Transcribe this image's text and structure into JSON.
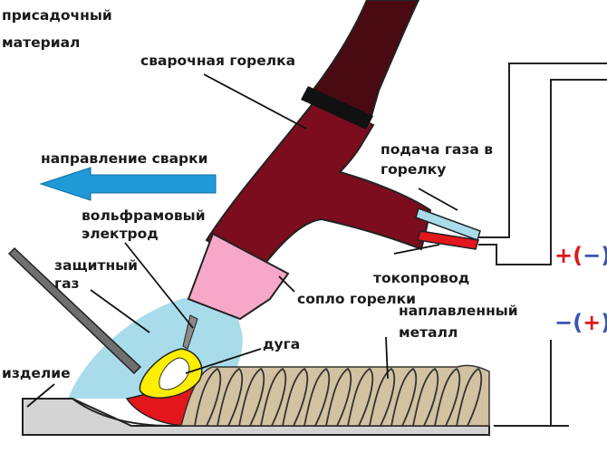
{
  "labels": {
    "filler_1": "присадочный",
    "filler_2": "материал",
    "torch": "сварочная горелка",
    "direction": "направление сварки",
    "gas_feed_1": "подача газа в",
    "gas_feed_2": "горелку",
    "electrode_1": "вольфрамовый",
    "electrode_2": "электрод",
    "shield_1": "защитный",
    "shield_2": "газ",
    "current_lead": "токопровод",
    "nozzle": "сопло горелки",
    "deposit_1": "наплавленный",
    "deposit_2": "металл",
    "arc": "дуга",
    "workpiece": "изделие"
  },
  "polarity": {
    "top": {
      "open": "+(",
      "mid": "−",
      "close": ")"
    },
    "bottom": {
      "open": "−(",
      "mid": "+",
      "close": ")"
    }
  },
  "colors": {
    "torch_body": "#7b0d1e",
    "torch_handle": "#4a0a12",
    "nozzle": "#f7a8c8",
    "shield_gas": "#a8dceb",
    "arrow": "#1f9ad6",
    "weld_pool": "#e3161b",
    "arc_yellow": "#ffee00",
    "deposit": "#d2c2a2",
    "workpiece": "#d4d4d4",
    "plus_sign": "#e3161b",
    "minus_sign": "#3a55b4"
  }
}
